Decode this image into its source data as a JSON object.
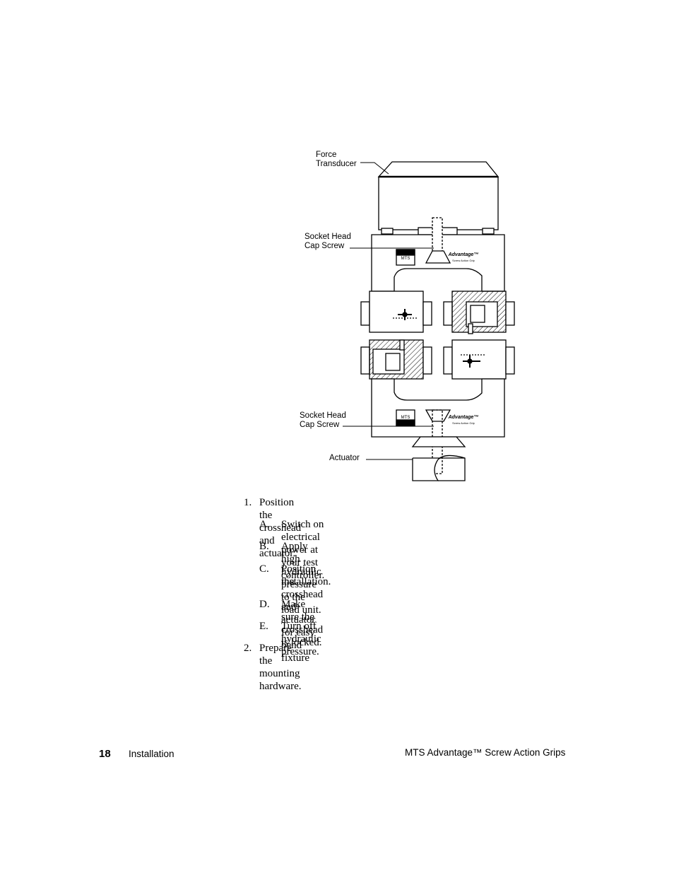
{
  "figure": {
    "labels": {
      "force_transducer": "Force\nTransducer",
      "socket_head_top": "Socket Head\nCap Screw",
      "socket_head_bottom": "Socket Head\nCap Screw",
      "actuator": "Actuator"
    },
    "brand": {
      "logo_text": "MTS",
      "product_text": "Advantage™",
      "product_subtext": "Screw Action Grip"
    }
  },
  "steps": [
    {
      "num": "1.",
      "text": "Position the crosshead and actuator."
    },
    {
      "num": "A.",
      "text": "Switch on electrical power at your test controller."
    },
    {
      "num": "B.",
      "text": "Apply high hydraulic pressure to the load unit."
    },
    {
      "num": "C.",
      "text": "Position the crosshead and actuator for easy bend fixture"
    },
    {
      "num": "",
      "text": "installation."
    },
    {
      "num": "D.",
      "text": "Make sure the crosshead is locked."
    },
    {
      "num": "E.",
      "text": "Turn off hydraulic pressure."
    },
    {
      "num": "2.",
      "text": "Prepare the mounting hardware."
    }
  ],
  "footer": {
    "page_number": "18",
    "section": "Installation",
    "title": "MTS Advantage™  Screw Action Grips"
  }
}
